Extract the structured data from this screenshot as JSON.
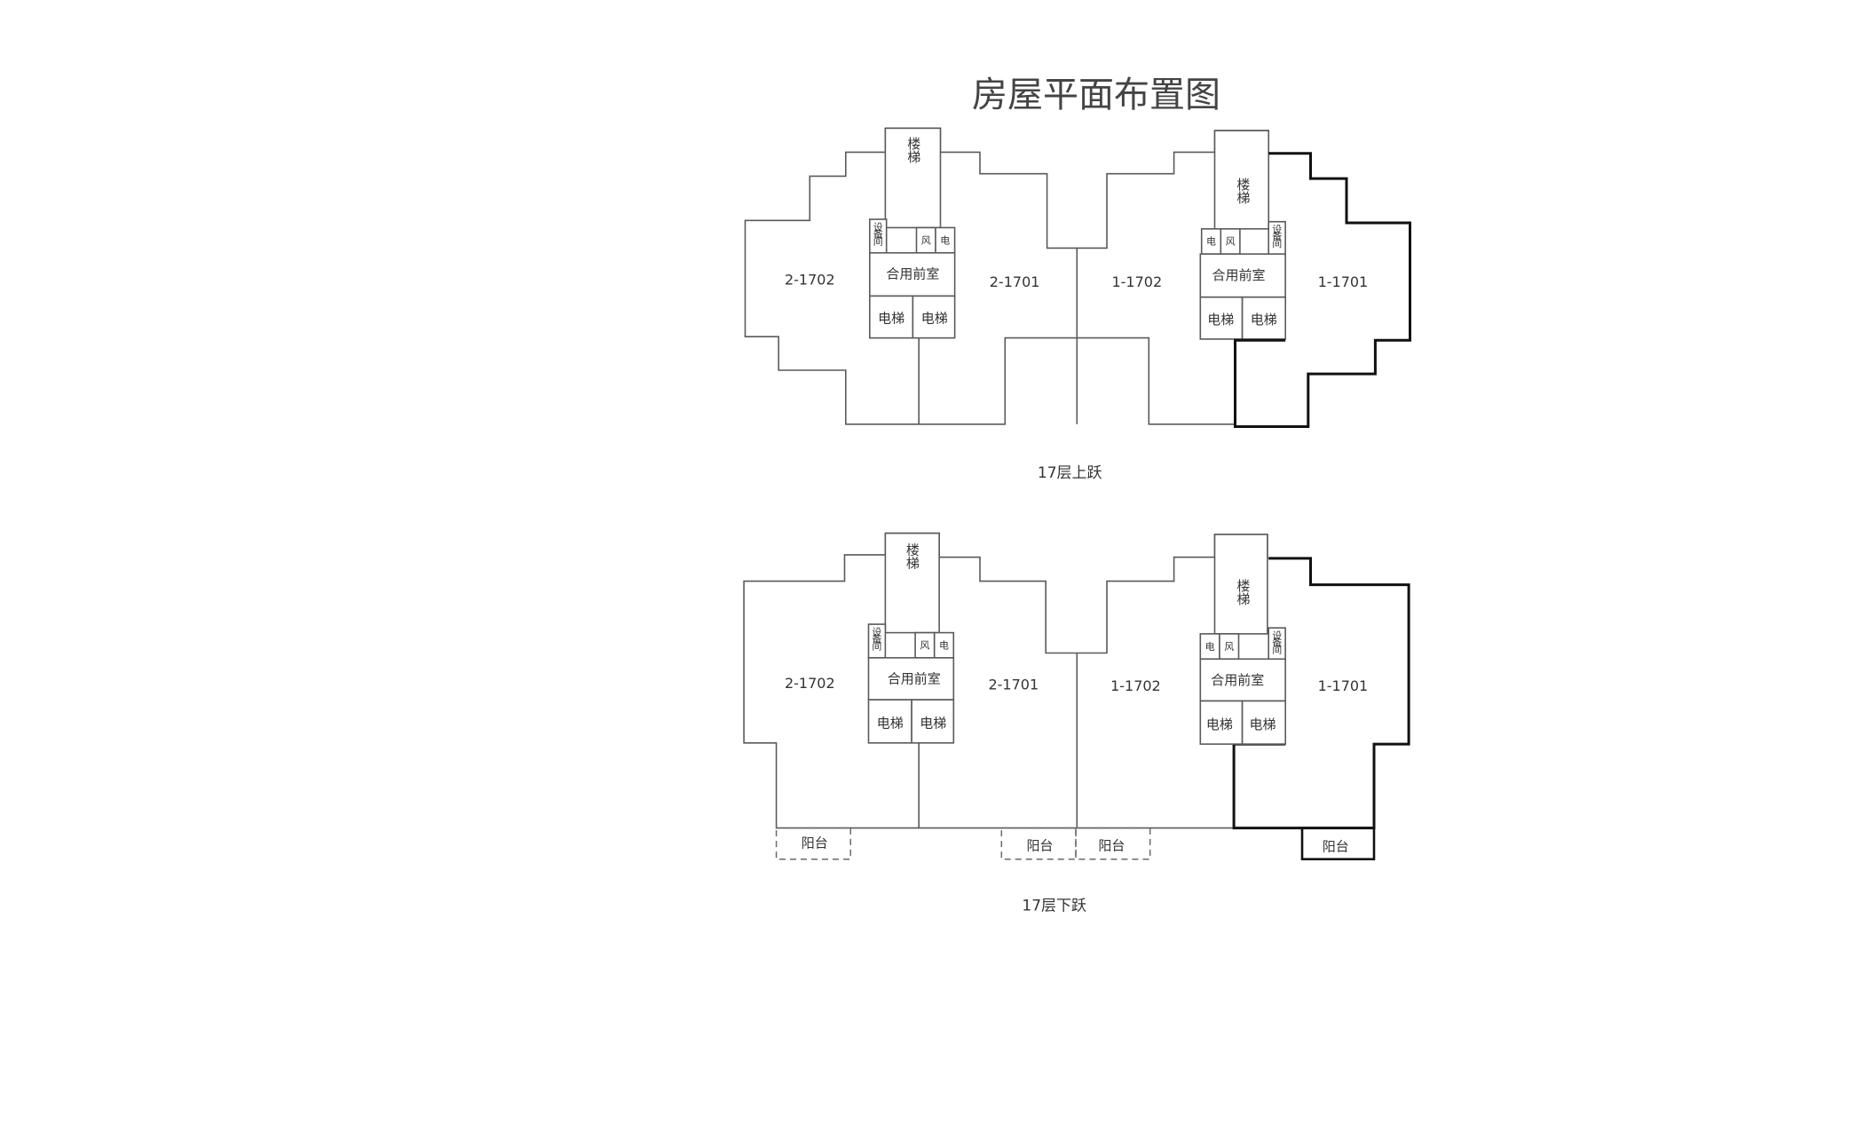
{
  "title": "房屋平面布置图",
  "floors": [
    {
      "id": "upper",
      "caption": "17层上跃",
      "units": {
        "u2_1702": "2-1702",
        "u2_1701": "2-1701",
        "u1_1702": "1-1702",
        "u1_1701": "1-1701"
      },
      "labels": {
        "stair": "楼梯",
        "equipment": "设备间",
        "wind": "风",
        "electric": "电",
        "lobby": "合用前室",
        "elevator": "电梯"
      },
      "highlighted_unit": "1-1701",
      "has_balconies": false
    },
    {
      "id": "lower",
      "caption": "17层下跃",
      "units": {
        "u2_1702": "2-1702",
        "u2_1701": "2-1701",
        "u1_1702": "1-1702",
        "u1_1701": "1-1701"
      },
      "labels": {
        "stair": "楼梯",
        "equipment": "设备间",
        "wind": "风",
        "electric": "电",
        "lobby": "合用前室",
        "elevator": "电梯",
        "balcony": "阳台"
      },
      "highlighted_unit": "1-1701",
      "has_balconies": true
    }
  ]
}
